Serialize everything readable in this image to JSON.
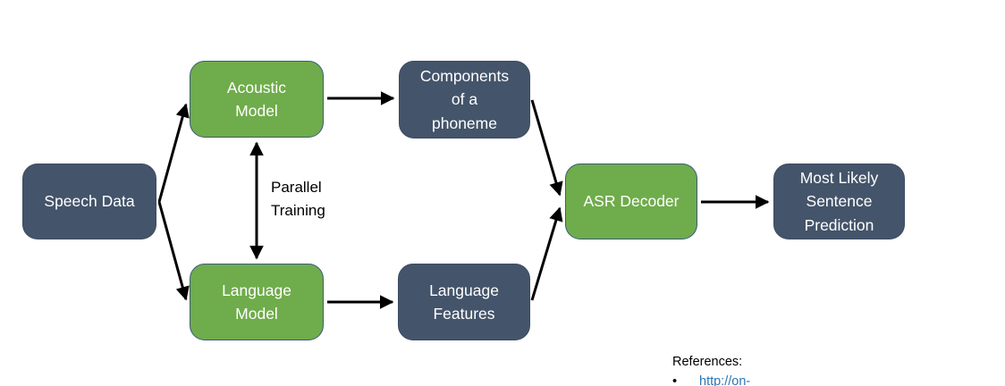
{
  "diagram": {
    "title_semantic": "ASR pipeline flowchart",
    "nodes": {
      "speech_data": {
        "label": "Speech Data"
      },
      "acoustic_model": {
        "label": "Acoustic\nModel"
      },
      "components_phoneme": {
        "label": "Components\nof a\nphoneme"
      },
      "language_model": {
        "label": "Language\nModel"
      },
      "language_features": {
        "label": "Language\nFeatures"
      },
      "asr_decoder": {
        "label": "ASR Decoder"
      },
      "sentence_prediction": {
        "label": "Most Likely\nSentence\nPrediction"
      }
    },
    "annotations": {
      "parallel_training": "Parallel\nTraining"
    },
    "colors": {
      "green_fill": "#6FAC4B",
      "green_border": "#3B5A80",
      "dark_fill": "#44546A",
      "arrow": "#000000",
      "link_blue": "#2E74B5",
      "text_on_box": "#FFFFFF"
    }
  },
  "references": {
    "heading": "References:",
    "bullet": "•",
    "items": [
      {
        "label": "http://on-"
      }
    ]
  }
}
